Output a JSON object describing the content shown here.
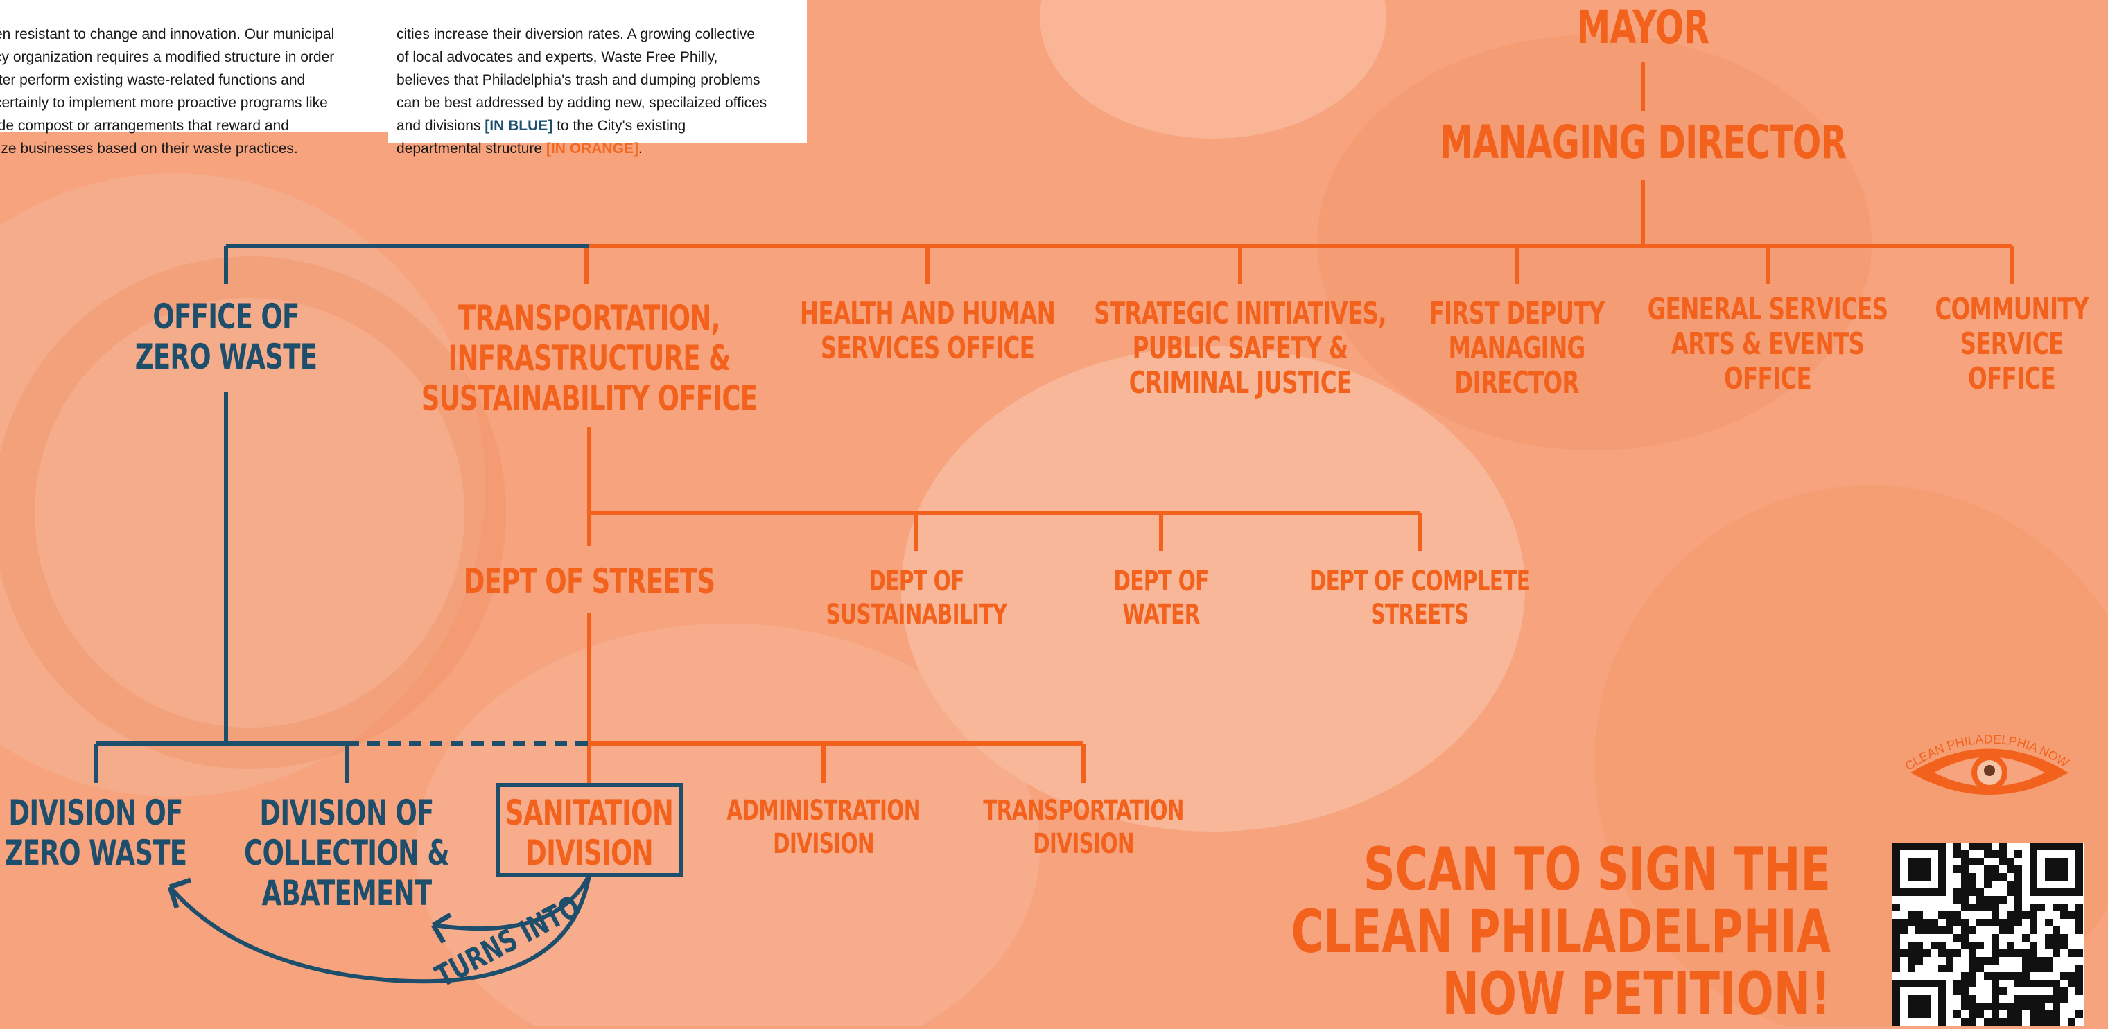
{
  "intro_left": {
    "lines": [
      "en resistant to change and innovation. Our municipal",
      "cy organization requires a modified structure in order",
      "tter perform existing waste-related functions and",
      " certainly to implement more proactive programs like",
      "ide compost or arrangements that reward and",
      "lize businesses based on their waste practices."
    ]
  },
  "intro_right": {
    "line1": "cities increase their diversion rates. A growing collective",
    "line2": "of local advocates and experts, Waste Free Philly,",
    "line3": "believes that Philadelphia's trash and dumping problems",
    "line4": "can be best addressed by adding new, specilaized offices",
    "line5_pre": "and divisions ",
    "line5_blue": "[IN BLUE]",
    "line5_post": " to the City's existing",
    "line6_pre": "departmental structure ",
    "line6_orange": "[IN ORANGE]",
    "line6_post": "."
  },
  "org": {
    "mayor": "MAYOR",
    "managing_director": "MANAGING DIRECTOR",
    "office_zero_waste": "OFFICE OF\nZERO WASTE",
    "transportation_office": "TRANSPORTATION,\nINFRASTRUCTURE &\nSUSTAINABILITY OFFICE",
    "health_office": "HEALTH AND HUMAN\nSERVICES OFFICE",
    "strategic_office": "STRATEGIC INITIATIVES,\nPUBLIC SAFETY &\nCRIMINAL JUSTICE",
    "first_deputy": "FIRST DEPUTY\nMANAGING\nDIRECTOR",
    "general_services": "GENERAL SERVICES\nARTS & EVENTS\nOFFICE",
    "community_service": "COMMUNITY\nSERVICE\nOFFICE",
    "dept_streets": "DEPT OF STREETS",
    "dept_sustainability": "DEPT OF\nSUSTAINABILITY",
    "dept_water": "DEPT OF\nWATER",
    "dept_complete_streets": "DEPT OF COMPLETE\nSTREETS",
    "division_zero_waste": "DIVISION OF\nZERO WASTE",
    "division_collection": "DIVISION OF\nCOLLECTION &\nABATEMENT",
    "sanitation_division": "SANITATION\nDIVISION",
    "administration_division": "ADMINISTRATION\nDIVISION",
    "transportation_division": "TRANSPORTATION\nDIVISION",
    "turns_into": "TURNS INTO"
  },
  "cta": {
    "text": "SCAN TO SIGN THE\nCLEAN PHILADELPHIA\nNOW PETITION!"
  },
  "logo": {
    "text": "CLEAN PHILADELPHIA NOW"
  },
  "colors": {
    "background": "#f6a37e",
    "existing_structure": "#f2621d",
    "new_structure": "#1d4e6b"
  }
}
